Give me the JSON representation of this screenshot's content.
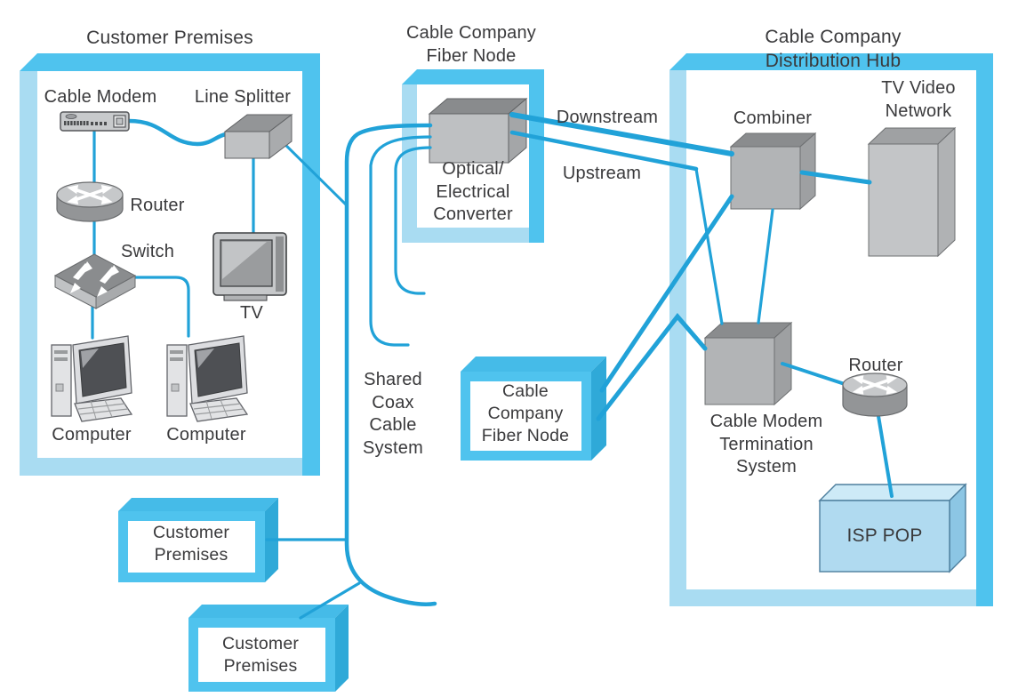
{
  "colors": {
    "line_blue": "#21a2d8",
    "box_cyan": "#4fc3ee",
    "box_cyan_light": "#a9dcf2",
    "device_gray": "#b2b4b6",
    "text": "#3a3a3c",
    "isp_pop_fill": "#b0daf0"
  },
  "customer_premises": {
    "title": "Customer Premises",
    "cable_modem": "Cable Modem",
    "line_splitter": "Line Splitter",
    "router": "Router",
    "switch": "Switch",
    "tv": "TV",
    "computer_left": "Computer",
    "computer_right": "Computer"
  },
  "fiber_node_top": {
    "title": "Cable Company\nFiber Node",
    "converter": "Optical/\nElectrical\nConverter"
  },
  "links": {
    "downstream": "Downstream",
    "upstream": "Upstream",
    "shared_coax": "Shared\nCoax\nCable\nSystem"
  },
  "fiber_node_lower": {
    "label": "Cable\nCompany\nFiber Node"
  },
  "distribution_hub": {
    "title": "Cable Company Distribution Hub",
    "combiner": "Combiner",
    "tv_video_network": "TV Video\nNetwork",
    "cmts": "Cable Modem\nTermination\nSystem",
    "router": "Router",
    "isp_pop": "ISP POP"
  },
  "customer_premises_boxes": {
    "box1": "Customer\nPremises",
    "box2": "Customer\nPremises"
  }
}
